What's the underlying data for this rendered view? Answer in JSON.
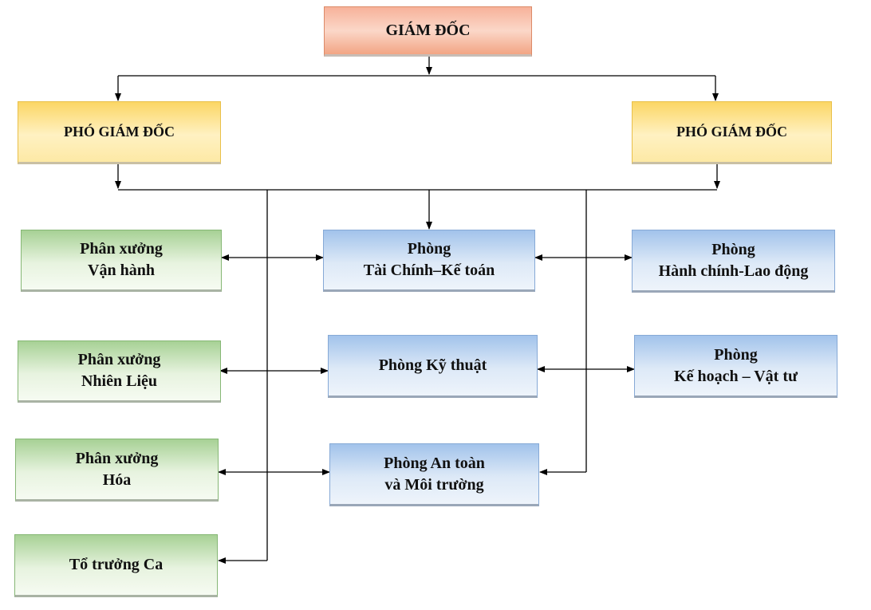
{
  "director": {
    "label": "GIÁM ĐỐC"
  },
  "deputies": [
    {
      "label": "PHÓ GIÁM ĐỐC"
    },
    {
      "label": "PHÓ GIÁM ĐỐC"
    }
  ],
  "workshops": [
    {
      "line1": "Phân xưởng",
      "line2": "Vận hành"
    },
    {
      "line1": "Phân xưởng",
      "line2": "Nhiên Liệu"
    },
    {
      "line1": "Phân xưởng",
      "line2": "Hóa"
    },
    {
      "line1": "Tổ trưởng Ca"
    }
  ],
  "departments": {
    "finance": {
      "line1": "Phòng",
      "line2": "Tài Chính–Kế toán"
    },
    "technical": {
      "line1": "Phòng Kỹ thuật"
    },
    "safety": {
      "line1": "Phòng An toàn",
      "line2": "và Môi trường"
    },
    "admin": {
      "line1": "Phòng",
      "line2": "Hành chính-Lao động"
    },
    "planning": {
      "line1": "Phòng",
      "line2": "Kế hoạch – Vật tư"
    }
  },
  "colors": {
    "director": "#f7b29a",
    "deputy": "#fbd665",
    "workshop": "#a7d195",
    "department": "#a2c3eb",
    "connector": "#000000"
  }
}
